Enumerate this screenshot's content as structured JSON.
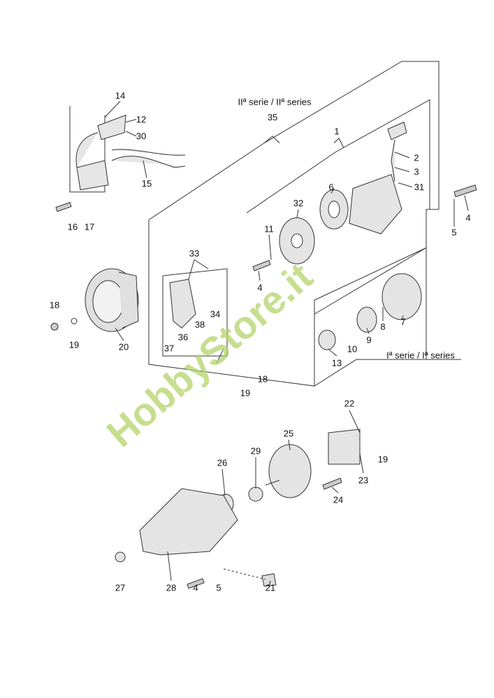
{
  "watermark": "HobbyStore.it",
  "series": {
    "second": "IIª serie / IIª series",
    "first": "Iª serie /  Iª series"
  },
  "labels": [
    "14",
    "12",
    "30",
    "15",
    "16",
    "17",
    "35",
    "1",
    "2",
    "3",
    "31",
    "6",
    "32",
    "11",
    "4",
    "4",
    "5",
    "33",
    "34",
    "38",
    "36",
    "37",
    "18",
    "19",
    "20",
    "7",
    "8",
    "9",
    "10",
    "13",
    "19",
    "18",
    "22",
    "25",
    "29",
    "26",
    "19",
    "23",
    "24",
    "27",
    "28",
    "4",
    "5",
    "21"
  ],
  "colors": {
    "line": "#333333",
    "part": "#d8d8d8",
    "watermark": "#b5d36a"
  }
}
